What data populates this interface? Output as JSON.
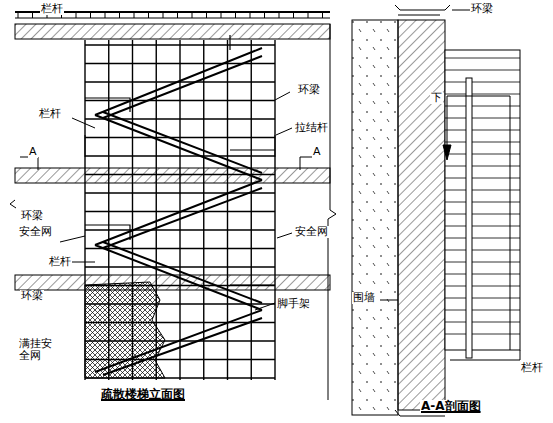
{
  "diagram": {
    "labels": [
      "栏杆",
      "环梁",
      "拉结杆",
      "栏杆",
      "A",
      "A",
      "环梁",
      "安全网",
      "安全网",
      "栏杆",
      "环梁",
      "脚手架",
      "满挂安全网",
      "疏散楼梯立面图",
      "环梁",
      "下",
      "围墙",
      "栏杆",
      "A-A剖面图"
    ]
  }
}
